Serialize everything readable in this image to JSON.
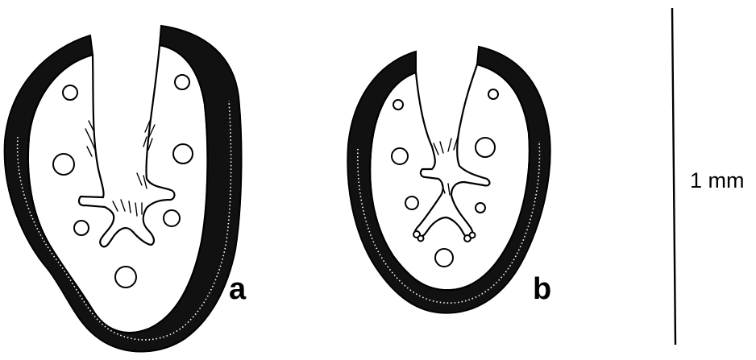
{
  "figure": {
    "panels": [
      {
        "label": "a"
      },
      {
        "label": "b"
      }
    ],
    "scale_bar": {
      "label": "1 mm"
    }
  }
}
